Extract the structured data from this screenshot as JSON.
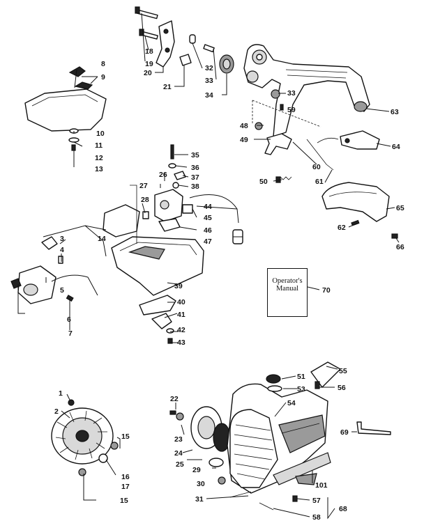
{
  "manual": {
    "title_line1": "Operator's",
    "title_line2": "Manual"
  },
  "callouts": {
    "c1": "1",
    "c2": "2",
    "c3": "3",
    "c4": "4",
    "c5": "5",
    "c6": "6",
    "c7": "7",
    "c8": "8",
    "c9": "9",
    "c10": "10",
    "c11": "11",
    "c12": "12",
    "c13": "13",
    "c14": "14",
    "c15a": "15",
    "c15b": "15",
    "c16": "16",
    "c17": "17",
    "c18": "18",
    "c19": "19",
    "c20": "20",
    "c21": "21",
    "c22": "22",
    "c23": "23",
    "c24": "24",
    "c25": "25",
    "c26": "26",
    "c27": "27",
    "c28": "28",
    "c29": "29",
    "c30": "30",
    "c31": "31",
    "c32": "32",
    "c33a": "33",
    "c33b": "33",
    "c34": "34",
    "c35": "35",
    "c36": "36",
    "c37": "37",
    "c38": "38",
    "c39": "39",
    "c40": "40",
    "c41": "41",
    "c42": "42",
    "c43": "43",
    "c44": "44",
    "c45": "45",
    "c46": "46",
    "c47": "47",
    "c48": "48",
    "c49": "49",
    "c50": "50",
    "c51": "51",
    "c53": "53",
    "c54": "54",
    "c55": "55",
    "c56": "56",
    "c57": "57",
    "c58": "58",
    "c59": "59",
    "c60": "60",
    "c61": "61",
    "c62": "62",
    "c63": "63",
    "c64": "64",
    "c65": "65",
    "c66": "66",
    "c68": "68",
    "c69": "69",
    "c70": "70",
    "c101": "101"
  }
}
